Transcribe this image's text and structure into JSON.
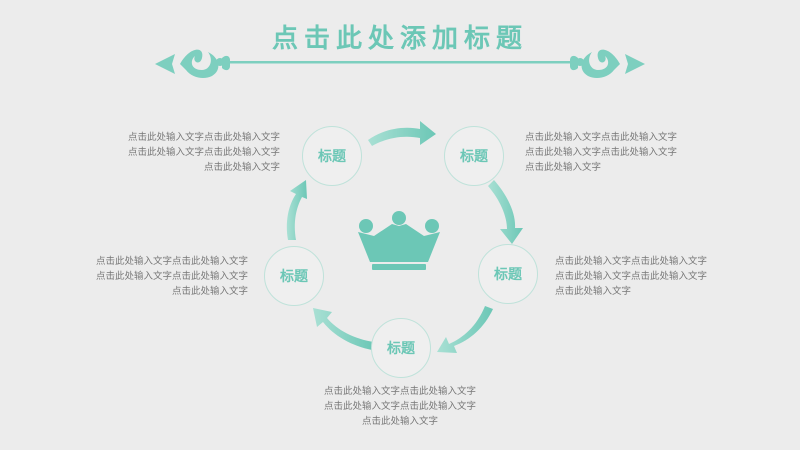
{
  "title": "点击此处添加标题",
  "accent_color": "#6cc7b6",
  "center_icon": "crown-icon",
  "nodes": [
    {
      "label": "标题",
      "text": "点击此处输入文字点击此处输入文字点击此处输入文字点击此处输入文字点击此处输入文字"
    },
    {
      "label": "标题",
      "text": "点击此处输入文字点击此处输入文字点击此处输入文字点击此处输入文字点击此处输入文字"
    },
    {
      "label": "标题",
      "text": "点击此处输入文字点击此处输入文字点击此处输入文字点击此处输入文字点击此处输入文字"
    },
    {
      "label": "标题",
      "text": "点击此处输入文字点击此处输入文字点击此处输入文字点击此处输入文字点击此处输入文字"
    },
    {
      "label": "标题",
      "text": "点击此处输入文字点击此处输入文字点击此处输入文字点击此处输入文字点击此处输入文字"
    }
  ]
}
